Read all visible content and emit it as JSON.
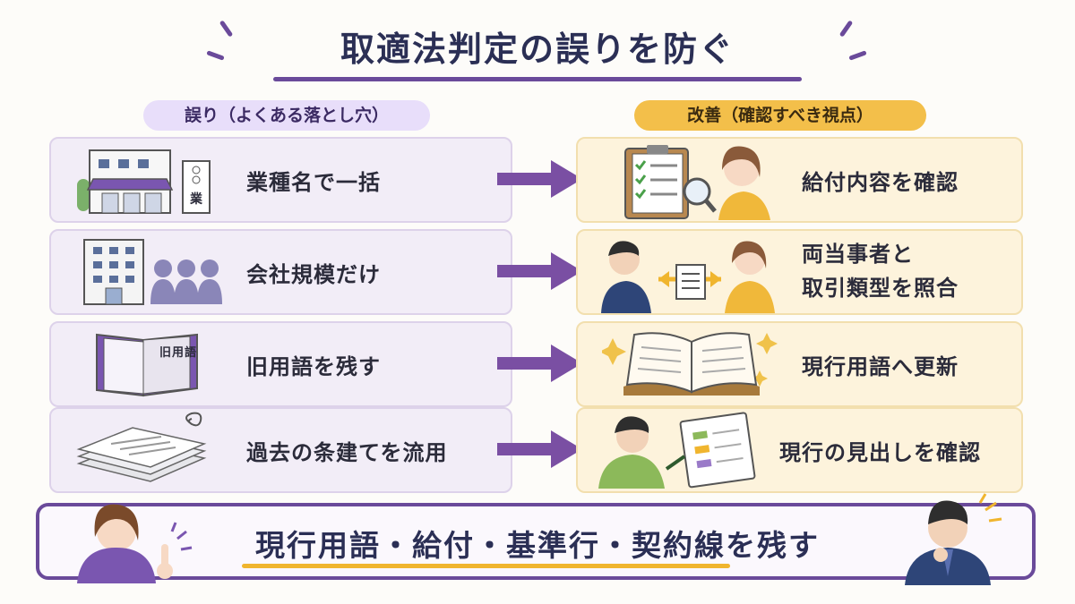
{
  "title": "取適法判定の誤りを防ぐ",
  "left_label": "誤り（よくある落とし穴）",
  "right_label": "改善（確認すべき視点）",
  "rows": [
    {
      "mistake": "業種名で一括",
      "fix": "給付内容を確認",
      "left_icon": "storefront-icon",
      "right_icon": "checklist-magnifier-icon"
    },
    {
      "mistake": "会社規模だけ",
      "fix_line1": "両当事者と",
      "fix_line2": "取引類型を照合",
      "left_icon": "building-people-icon",
      "right_icon": "two-people-document-icon"
    },
    {
      "mistake": "旧用語を残す",
      "fix": "現行用語へ更新",
      "left_icon": "old-book-icon",
      "right_icon": "open-book-sparkle-icon",
      "book_label": "旧用語"
    },
    {
      "mistake": "過去の条建てを流用",
      "fix": "現行の見出しを確認",
      "left_icon": "paper-stack-icon",
      "right_icon": "person-reviewing-document-icon"
    }
  ],
  "banner": "現行用語・給付・基準行・契約線を残す",
  "store_sign": "業",
  "colors": {
    "purple": "#6a4a9a",
    "gold": "#f0b52e",
    "navy": "#2b2f55"
  }
}
